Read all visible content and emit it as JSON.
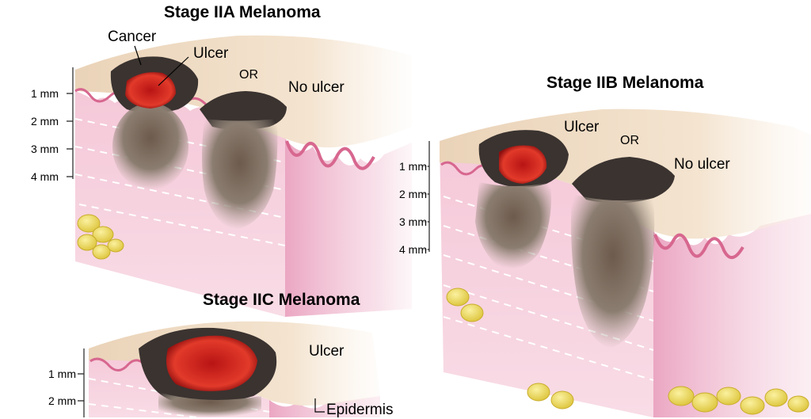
{
  "panels": {
    "iia": {
      "title": "Stage IIA Melanoma",
      "cancer": "Cancer",
      "ulcer": "Ulcer",
      "or": "OR",
      "no_ulcer": "No ulcer"
    },
    "iib": {
      "title": "Stage IIB Melanoma",
      "ulcer": "Ulcer",
      "or": "OR",
      "no_ulcer": "No ulcer"
    },
    "iic": {
      "title": "Stage IIC Melanoma",
      "ulcer": "Ulcer",
      "epidermis": "Epidermis"
    }
  },
  "scale": {
    "mm1": "1 mm",
    "mm2": "2 mm",
    "mm3": "3 mm",
    "mm4": "4 mm"
  },
  "colors": {
    "skin_top": "#f1dcc4",
    "skin_front": "#f3c6d6",
    "skin_side": "#e9a6c1",
    "epidermis_wave": "#d7678f",
    "ulcer": "#d21f1f",
    "lesion_dark": "#3a3330",
    "tumor_brown": "#7e6f62",
    "fat": "#eedb55"
  }
}
